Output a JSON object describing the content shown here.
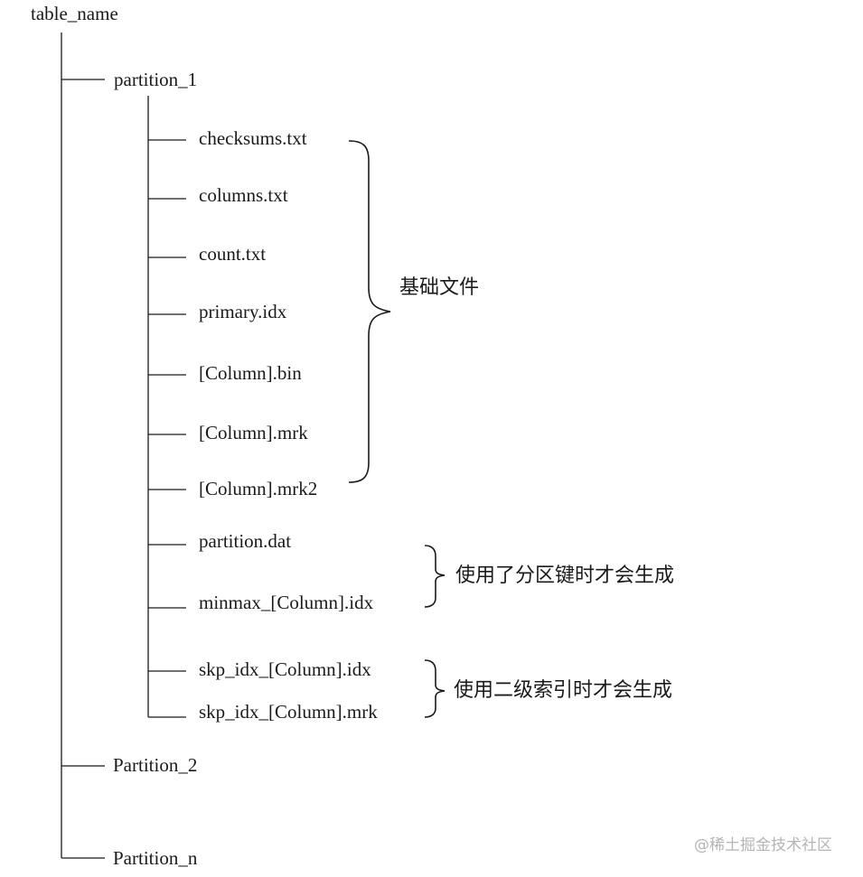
{
  "tree": {
    "root": "table_name",
    "partitions": [
      "partition_1",
      "Partition_2",
      "Partition_n"
    ],
    "files": [
      "checksums.txt",
      "columns.txt",
      "count.txt",
      "primary.idx",
      "[Column].bin",
      "[Column].mrk",
      "[Column].mrk2",
      "partition.dat",
      "minmax_[Column].idx",
      "skp_idx_[Column].idx",
      "skp_idx_[Column].mrk"
    ]
  },
  "annotations": {
    "basic_files": "基础文件",
    "partition_key_files": "使用了分区键时才会生成",
    "secondary_index_files": "使用二级索引时才会生成"
  },
  "watermark": "@稀土掘金技术社区"
}
